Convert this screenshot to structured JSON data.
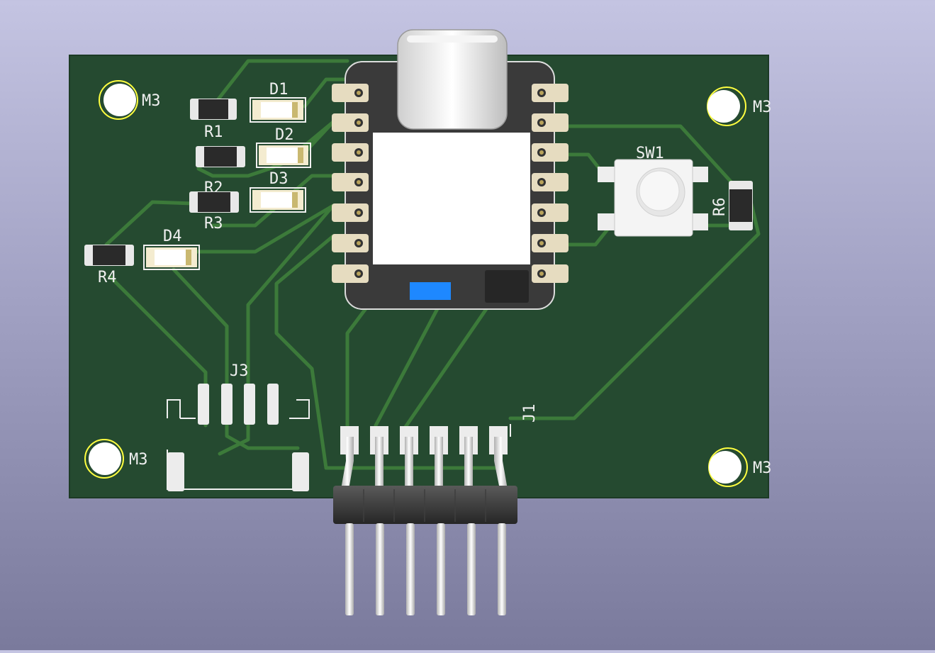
{
  "viewer": {
    "colors": {
      "background_top": "#c4c4e2",
      "background_bottom": "#7a7a9c",
      "board": "#254a30",
      "trace": "#3c7a3a",
      "silkscreen": "#f0f0f0",
      "pad": "#e6dcc0",
      "module": "#3a3a3a",
      "led_accent": "#1e88ff"
    }
  },
  "board": {
    "labels": {
      "m3_top_left": "M3",
      "m3_top_right": "M3",
      "m3_bottom_left": "M3",
      "m3_bottom_right": "M3",
      "r1": "R1",
      "r2": "R2",
      "r3": "R3",
      "r4": "R4",
      "r6": "R6",
      "d1": "D1",
      "d2": "D2",
      "d3": "D3",
      "d4": "D4",
      "sw1": "SW1",
      "j1": "J1",
      "j3": "J3"
    },
    "icons": {
      "mounting_hole": "mounting-hole-icon",
      "usb_c": "usb-c-connector-icon",
      "tactile_switch": "tactile-switch-icon",
      "pin_header": "pin-header-icon"
    }
  }
}
